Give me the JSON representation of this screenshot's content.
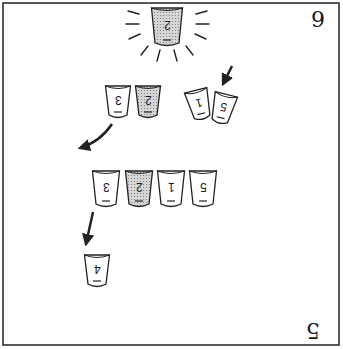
{
  "diagram": {
    "nodes": [
      {
        "text": [
          "2"
        ]
      },
      {
        "text": [
          "3"
        ]
      },
      {
        "text": [
          "2"
        ]
      },
      {
        "text": [
          "1"
        ]
      },
      {
        "text": [
          "5"
        ]
      },
      {
        "text": [
          "3"
        ]
      },
      {
        "text": [
          "2"
        ]
      },
      {
        "text": [
          "1"
        ]
      },
      {
        "text": [
          "5"
        ]
      },
      {
        "text": [
          "4"
        ]
      }
    ],
    "labels": [
      "6",
      "5"
    ]
  }
}
